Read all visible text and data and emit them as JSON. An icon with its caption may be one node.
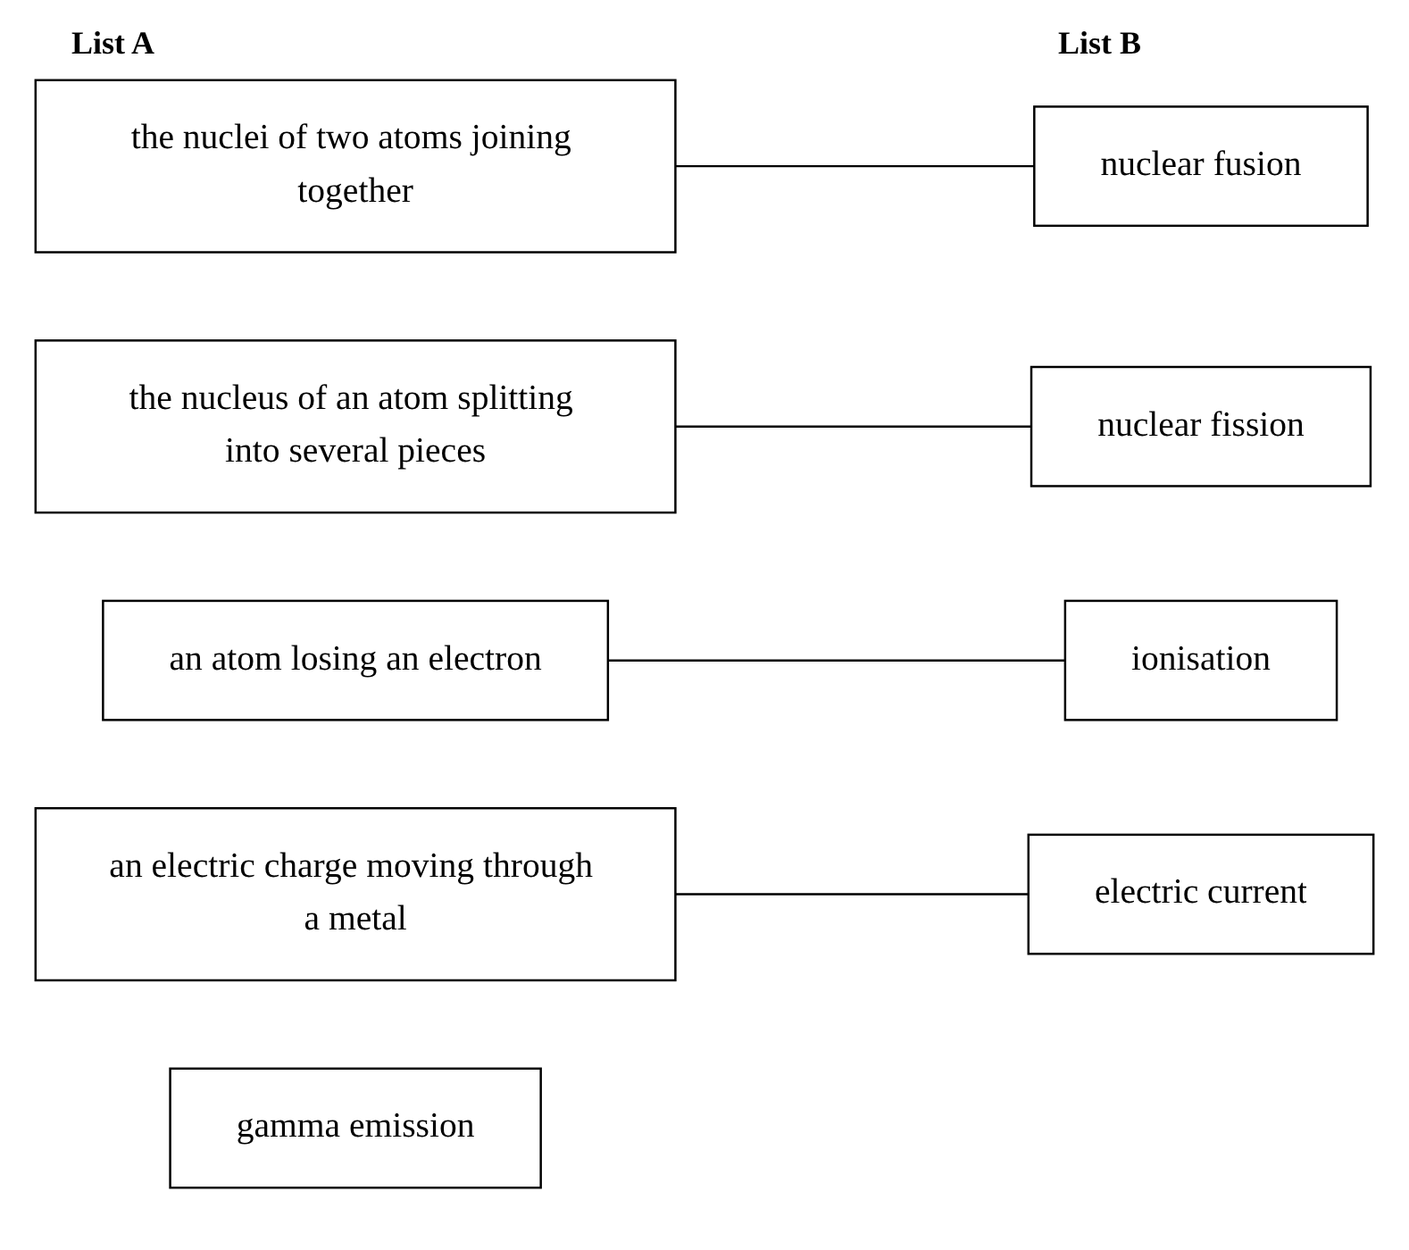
{
  "diagram": {
    "nodes": [
      {
        "text": [
          "the nuclei of two atoms joining together"
        ]
      },
      {
        "text": [
          "the nucleus of an atom splitting into several pieces"
        ]
      },
      {
        "text": [
          "an atom losing an electron"
        ]
      },
      {
        "text": [
          "an electric charge moving through a metal"
        ]
      },
      {
        "text": [
          "gamma emission"
        ]
      },
      {
        "text": [
          "electric current"
        ]
      },
      {
        "text": [
          "ionisation"
        ]
      },
      {
        "text": [
          "nuclear fission"
        ]
      },
      {
        "text": [
          "nuclear fusion"
        ]
      }
    ],
    "edges": [
      {
        "from": 0,
        "to": 8,
        "arrow": "none"
      },
      {
        "from": 1,
        "to": 7,
        "arrow": "none"
      },
      {
        "from": 2,
        "to": 6,
        "arrow": "none"
      },
      {
        "from": 3,
        "to": 5,
        "arrow": "none"
      }
    ],
    "labels": [
      "List A",
      "List B"
    ]
  }
}
